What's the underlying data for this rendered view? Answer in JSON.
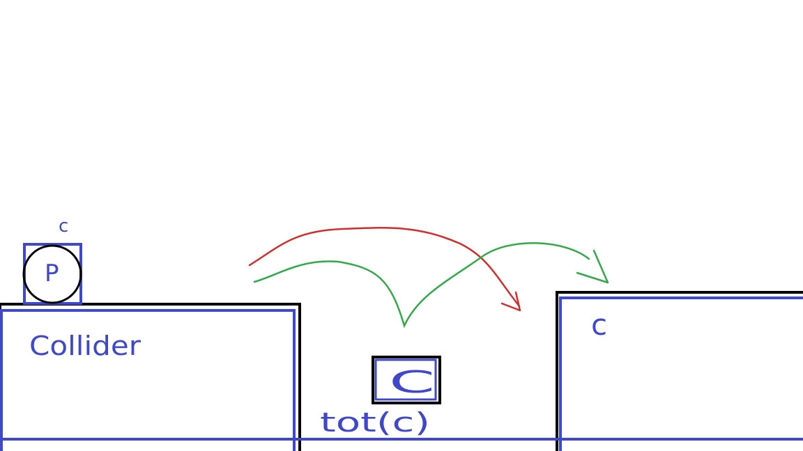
{
  "colors": {
    "background": "#ffffff",
    "outline": "#000000",
    "collider": "#3f48cc",
    "jump_red": "#d42a2a",
    "jump_green": "#2eaa46"
  },
  "labels": {
    "player_tag": "c",
    "player": "P",
    "left_platform": "Collider",
    "middle_box": "C",
    "middle_caption": "tot(c)",
    "right_platform": "c"
  }
}
